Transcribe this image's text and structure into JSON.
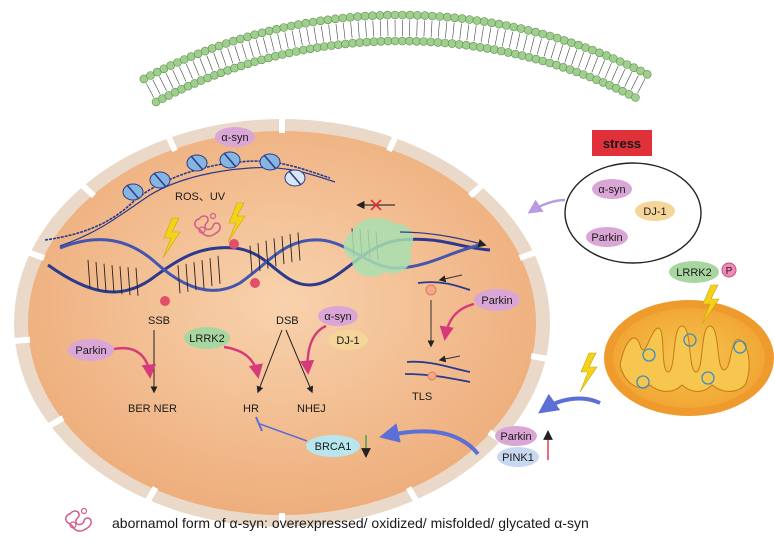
{
  "stress": {
    "label": "stress",
    "color": "#e0313a"
  },
  "stress_group": {
    "items": [
      "α-syn",
      "DJ-1",
      "Parkin"
    ]
  },
  "mito": {
    "lrrk2": "LRRK2",
    "phospho": "P"
  },
  "nucleus": {
    "alpha_syn_top": "α-syn",
    "ros_uv": "ROS、UV",
    "ssb": "SSB",
    "dsb": "DSB",
    "tls": "TLS",
    "ber_ner": "BER NER",
    "hr": "HR",
    "nhej": "NHEJ",
    "parkin_ber": "Parkin",
    "lrrk2_hr": "LRRK2",
    "alpha_syn_nhej": "α-syn",
    "dj1_nhej": "DJ-1",
    "parkin_tls": "Parkin",
    "brca1": "BRCA1"
  },
  "cytoplasm": {
    "parkin": "Parkin",
    "pink1": "PINK1"
  },
  "legend": {
    "text": "abornamol form of  α-syn: overexpressed/ oxidized/ misfolded/ glycated α-syn"
  },
  "colors": {
    "nucleus_fill": "#f0b98a",
    "nucleus_rim": "#ead9c8",
    "dna": "#2b3a8c",
    "parkin": "#d9a6d6",
    "lrrk2": "#a8d6a0",
    "dj1": "#f6d59a",
    "brca1": "#b7e6ee",
    "pink1": "#c8d8ef",
    "arrow_magenta": "#d63a7a",
    "arrow_blue": "#5b6fd6",
    "membrane": "#9fce8e",
    "mito_outer": "#ee9a2d",
    "mito_inner": "#f5c24a",
    "bolt": "#f5d21a"
  }
}
